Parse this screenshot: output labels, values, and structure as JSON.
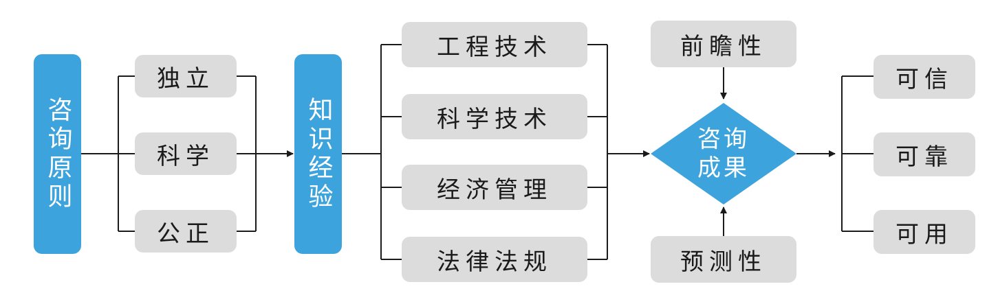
{
  "colors": {
    "accent": "#3da3dc",
    "box": "#dcdcdc",
    "line": "#1a1a1a"
  },
  "principles": {
    "title": "咨询原则",
    "items": [
      "独立",
      "科学",
      "公正"
    ]
  },
  "knowledge": {
    "title": "知识经验",
    "items": [
      "工程技术",
      "科学技术",
      "经济管理",
      "法律法规"
    ]
  },
  "result": {
    "line1": "咨询",
    "line2": "成果"
  },
  "inputs": {
    "top": "前瞻性",
    "bottom": "预测性"
  },
  "outcomes": [
    "可信",
    "可靠",
    "可用"
  ]
}
